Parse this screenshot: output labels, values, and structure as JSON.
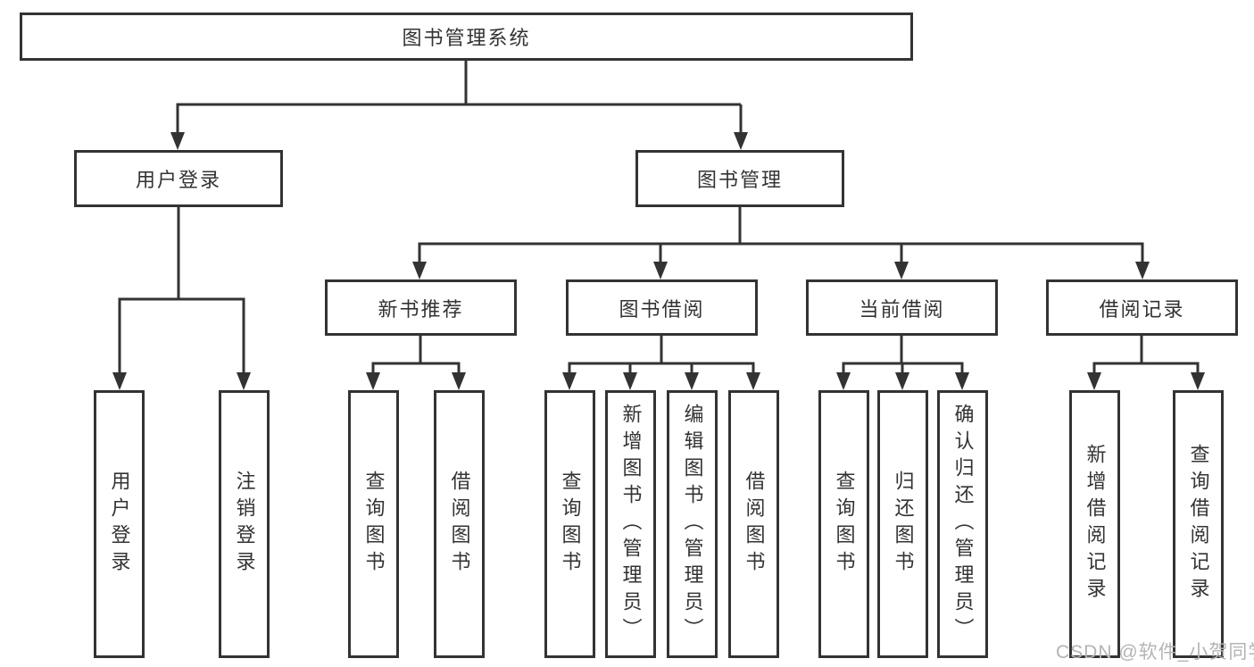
{
  "diagram": {
    "root": {
      "label": "图书管理系统"
    },
    "level2": {
      "user_login": {
        "label": "用户登录"
      },
      "book_management": {
        "label": "图书管理"
      }
    },
    "level3": {
      "new_book_recommend": {
        "label": "新书推荐"
      },
      "book_borrowing": {
        "label": "图书借阅"
      },
      "current_borrowing": {
        "label": "当前借阅"
      },
      "borrowing_records": {
        "label": "借阅记录"
      }
    },
    "leaves": {
      "user_login": {
        "label": "用户登录"
      },
      "logout": {
        "label": "注销登录"
      },
      "query_books_recommend": {
        "label": "查询图书"
      },
      "borrow_books_recommend": {
        "label": "借阅图书"
      },
      "query_books_borrowing": {
        "label": "查询图书"
      },
      "add_books_admin": {
        "label": "新增图书（管理员）"
      },
      "edit_books_admin": {
        "label": "编辑图书（管理员）"
      },
      "borrow_books_borrowing": {
        "label": "借阅图书"
      },
      "query_books_current": {
        "label": "查询图书"
      },
      "return_books": {
        "label": "归还图书"
      },
      "confirm_return_admin": {
        "label": "确认归还（管理员）"
      },
      "add_borrowing_record": {
        "label": "新增借阅记录"
      },
      "query_borrowing_record": {
        "label": "查询借阅记录"
      }
    }
  },
  "watermark": {
    "text": "CSDN @软件_小贺同学"
  },
  "colors": {
    "line": "#333333",
    "box_border": "#333333",
    "text": "#333333",
    "background": "#ffffff",
    "watermark": "#b4b4b4"
  }
}
